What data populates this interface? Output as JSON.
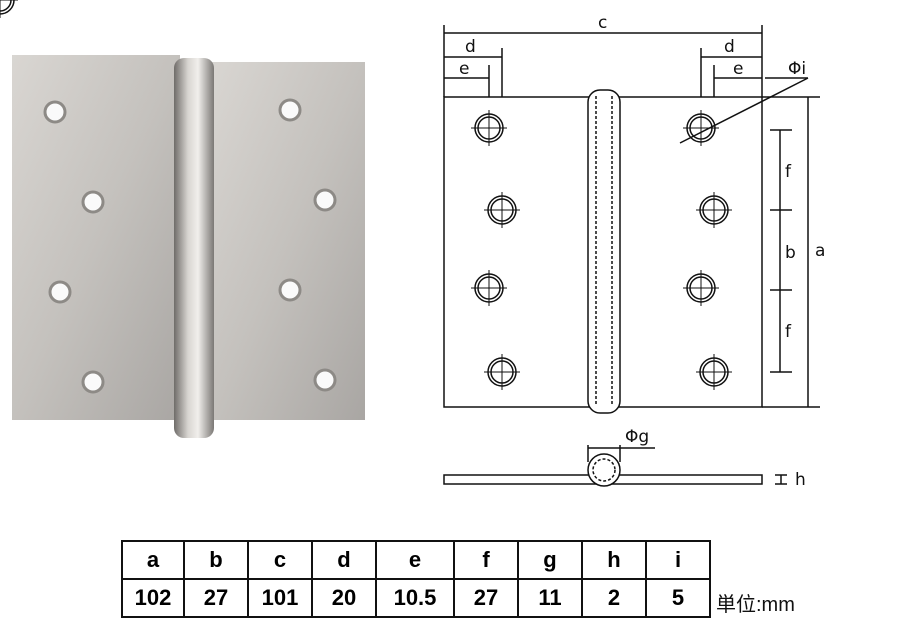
{
  "diagram": {
    "labels": {
      "a": "a",
      "b": "b",
      "c": "c",
      "d": "d",
      "e": "e",
      "f": "f",
      "phi_i": "Φi",
      "phi_g": "Φg",
      "h": "h"
    }
  },
  "spec_table": {
    "headers": [
      "a",
      "b",
      "c",
      "d",
      "e",
      "f",
      "g",
      "h",
      "i"
    ],
    "values": [
      "102",
      "27",
      "101",
      "20",
      "10.5",
      "27",
      "11",
      "2",
      "5"
    ],
    "unit": "単位:mm"
  }
}
